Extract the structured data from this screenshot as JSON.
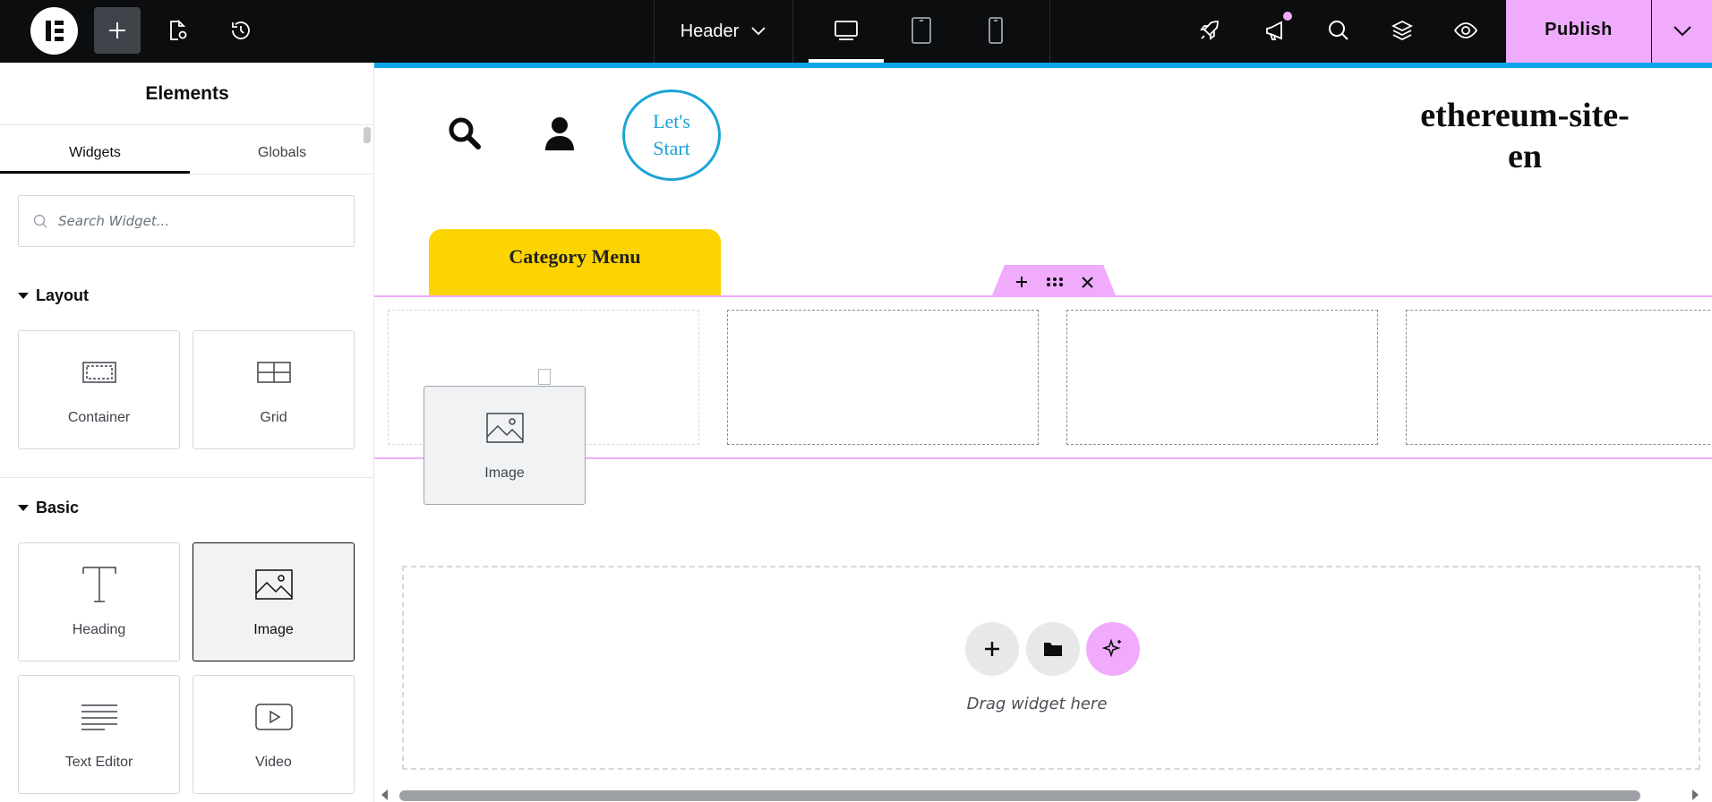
{
  "topbar": {
    "logo": "elementor-logo",
    "document_title": "Header",
    "publish_label": "Publish",
    "icons": [
      "add-icon",
      "page-settings-icon",
      "history-icon",
      "desktop-icon",
      "tablet-icon",
      "mobile-icon",
      "rocket-icon",
      "megaphone-icon",
      "search-icon",
      "layers-icon",
      "eye-icon",
      "chevron-down-icon"
    ],
    "accent_color": "#f0abfc"
  },
  "panel": {
    "title": "Elements",
    "tabs": [
      {
        "label": "Widgets"
      },
      {
        "label": "Globals"
      }
    ],
    "search_placeholder": "Search Widget...",
    "sections": [
      {
        "title": "Layout",
        "widgets": [
          {
            "label": "Container"
          },
          {
            "label": "Grid"
          }
        ]
      },
      {
        "title": "Basic",
        "widgets": [
          {
            "label": "Heading"
          },
          {
            "label": "Image"
          },
          {
            "label": "Text Editor"
          },
          {
            "label": "Video"
          }
        ]
      }
    ]
  },
  "canvas": {
    "lets_start_line1": "Let's",
    "lets_start_line2": "Start",
    "site_title": "ethereum-site-en",
    "category_menu": "Category Menu",
    "drag_ghost_label": "Image",
    "drop_hint": "Drag widget here",
    "accent_blue": "#0ea5e9",
    "menu_yellow": "#fcd402"
  }
}
